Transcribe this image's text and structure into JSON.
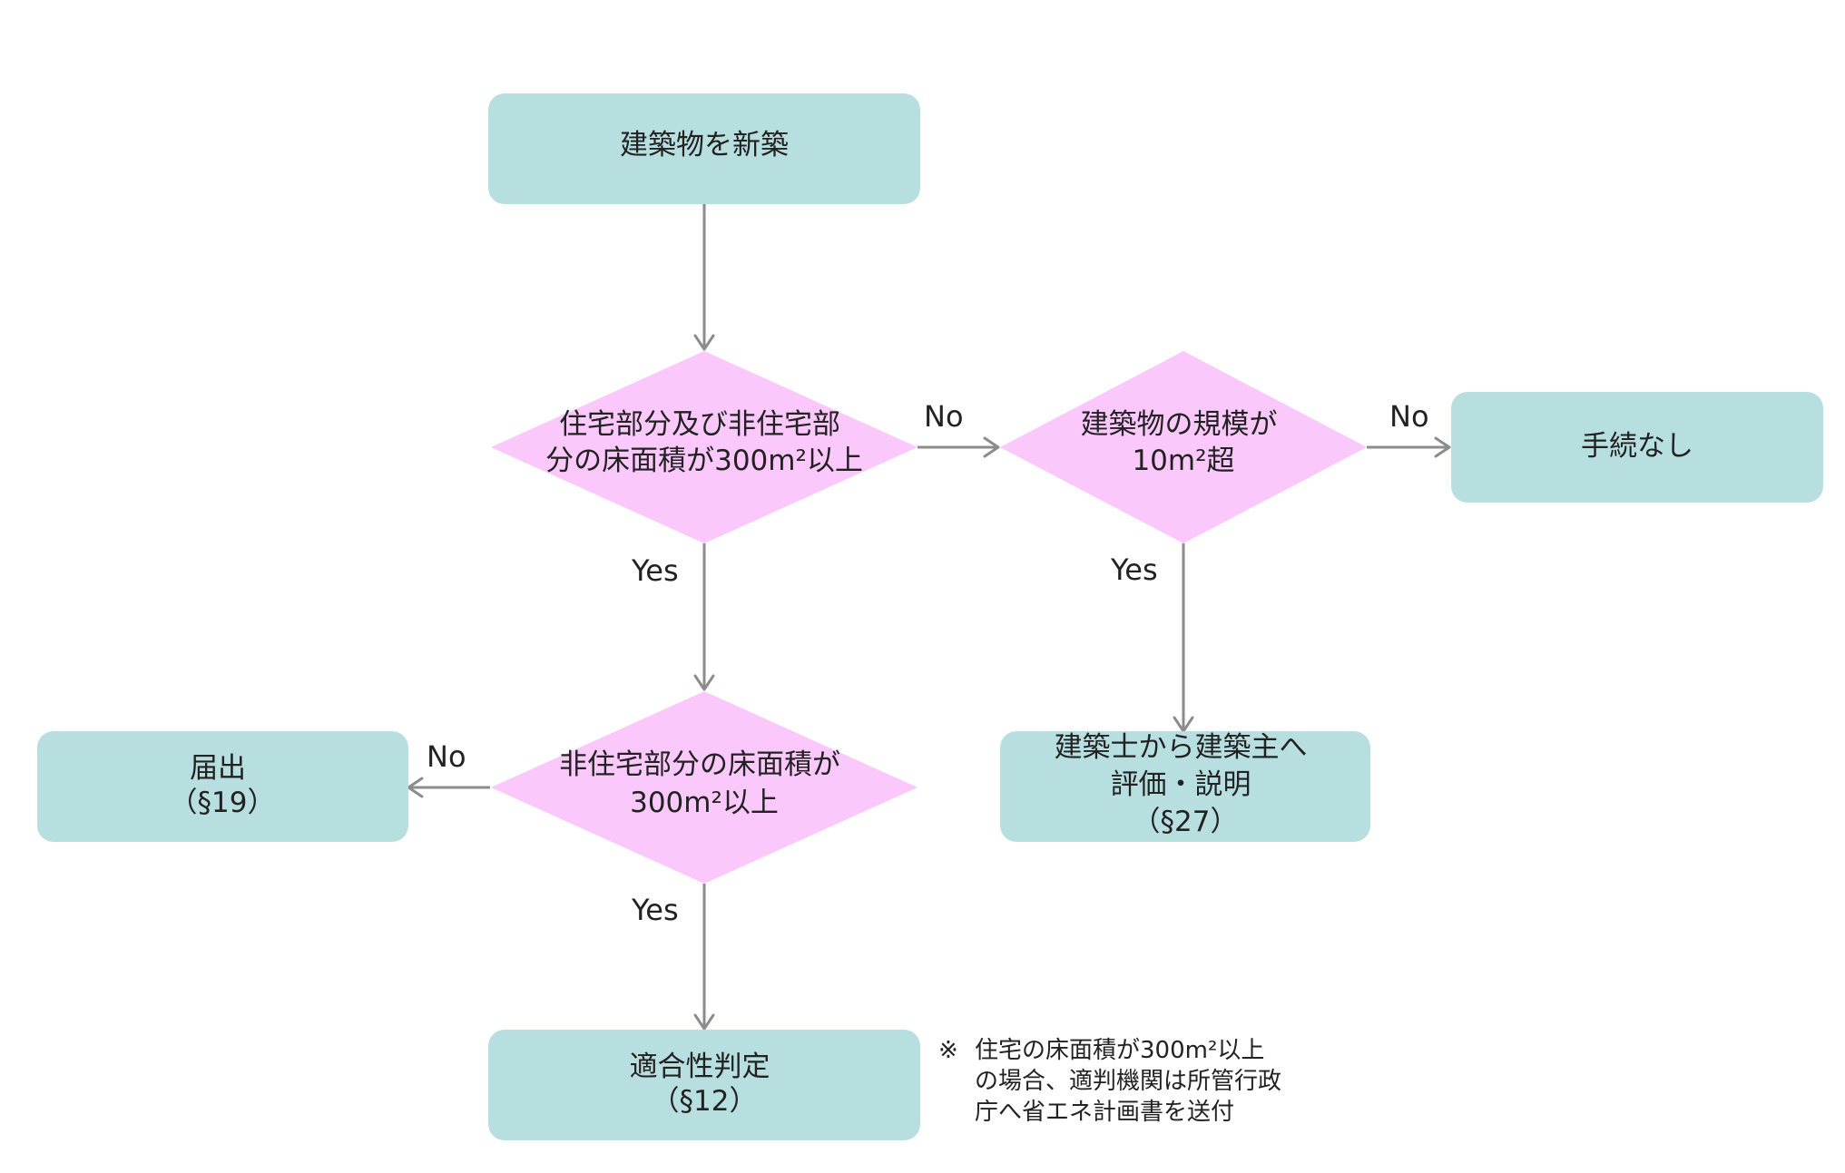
{
  "nodes": {
    "start": {
      "lines": [
        "建築物を新築"
      ]
    },
    "decision_total_area": {
      "lines": [
        "住宅部分及び非住宅部",
        "分の床面積が300m²以上"
      ]
    },
    "decision_scale": {
      "lines": [
        "建築物の規模が",
        "10m²超"
      ]
    },
    "no_procedure": {
      "lines": [
        "手続なし"
      ]
    },
    "decision_nonres_area": {
      "lines": [
        "非住宅部分の床面積が",
        "300m²以上"
      ]
    },
    "notification": {
      "lines": [
        "届出",
        "（§19）"
      ]
    },
    "architect_explain": {
      "lines": [
        "建築士から建築主へ",
        "評価・説明",
        "（§27）"
      ]
    },
    "conformity": {
      "lines": [
        "適合性判定",
        "（§12）"
      ]
    }
  },
  "edge_labels": {
    "total_no": "No",
    "total_yes": "Yes",
    "scale_no": "No",
    "scale_yes": "Yes",
    "nonres_no": "No",
    "nonres_yes": "Yes"
  },
  "note": {
    "mark": "※",
    "lines": [
      "住宅の床面積が300m²以上",
      "の場合、適判機関は所管行政",
      "庁へ省エネ計画書を送付"
    ]
  },
  "colors": {
    "process_box": "#b8dfe0",
    "decision_diamond": "#fbc8fb",
    "connector": "#8c8c8c",
    "text": "#222222"
  }
}
